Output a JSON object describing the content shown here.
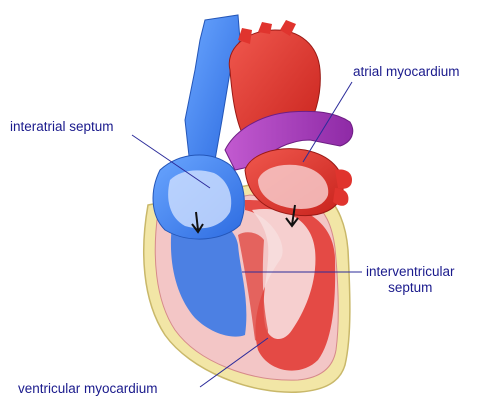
{
  "labels": {
    "interatrial_septum": "interatrial septum",
    "atrial_myocardium": "atrial myocardium",
    "interventricular_septum_line1": "interventricular",
    "interventricular_septum_line2": "septum",
    "ventricular_myocardium": "ventricular  myocardium"
  },
  "colors": {
    "label_text": "#1a1a8c",
    "leader_line": "#2b2b9a",
    "vein_blue": "#3b7ff0",
    "artery_red": "#e0342e",
    "pulmonary_purple": "#a23cb4",
    "myocardium_pink": "#f3c6c6",
    "fat_yellow": "#f2e6a6",
    "chamber_light": "#f7dede",
    "right_side_blue": "#3a78e6"
  }
}
